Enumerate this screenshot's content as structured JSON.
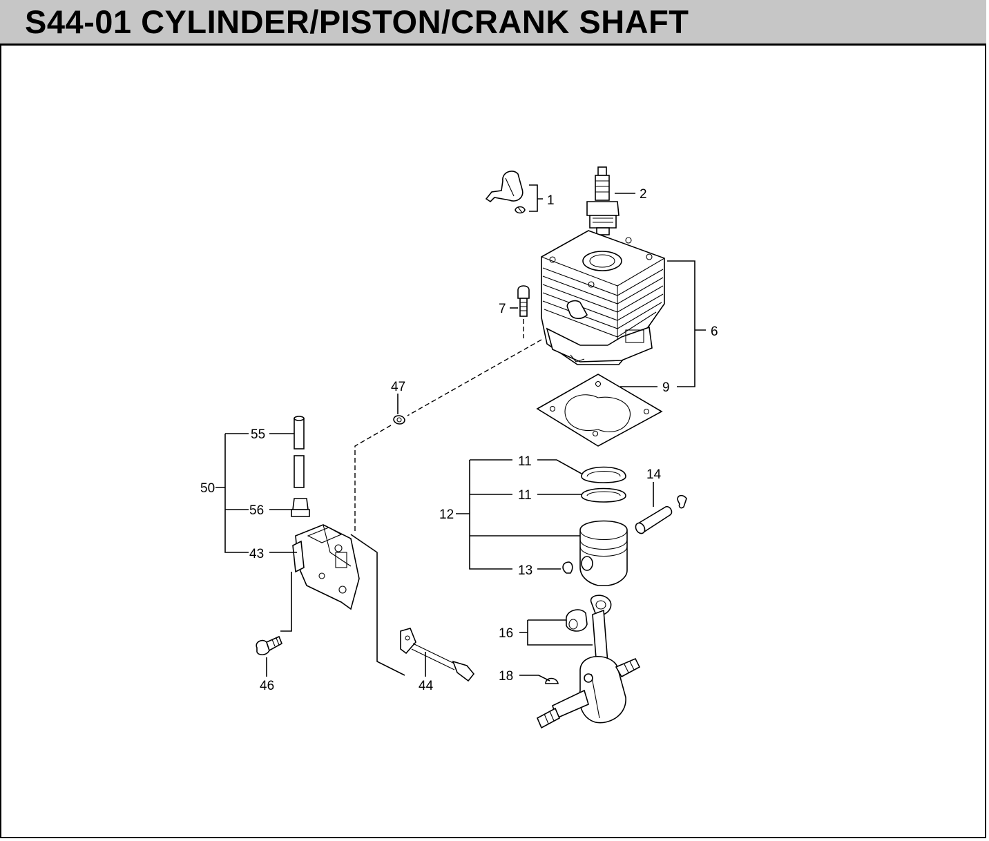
{
  "page": {
    "title": "S44-01 CYLINDER/PISTON/CRANK SHAFT"
  },
  "callouts": {
    "c1": "1",
    "c2": "2",
    "c6": "6",
    "c7": "7",
    "c9": "9",
    "c11a": "11",
    "c11b": "11",
    "c12": "12",
    "c13": "13",
    "c14": "14",
    "c16": "16",
    "c18": "18",
    "c43": "43",
    "c44": "44",
    "c46": "46",
    "c47": "47",
    "c50": "50",
    "c55": "55",
    "c56": "56"
  }
}
